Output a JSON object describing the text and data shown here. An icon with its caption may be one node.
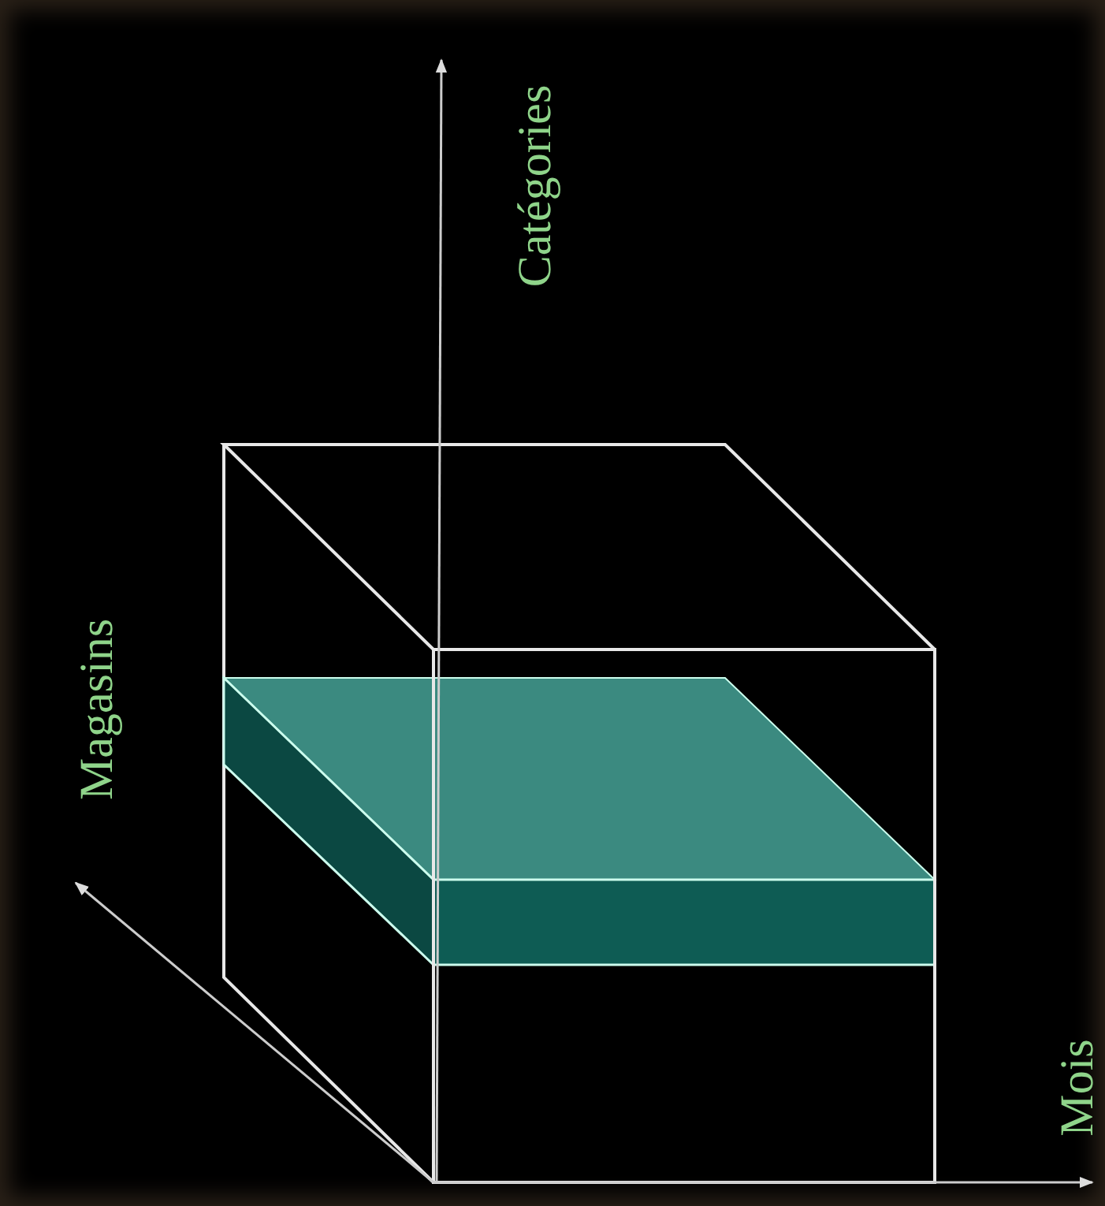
{
  "diagram": {
    "labels": [
      "Catégories",
      "Magasins",
      "Mois"
    ]
  }
}
